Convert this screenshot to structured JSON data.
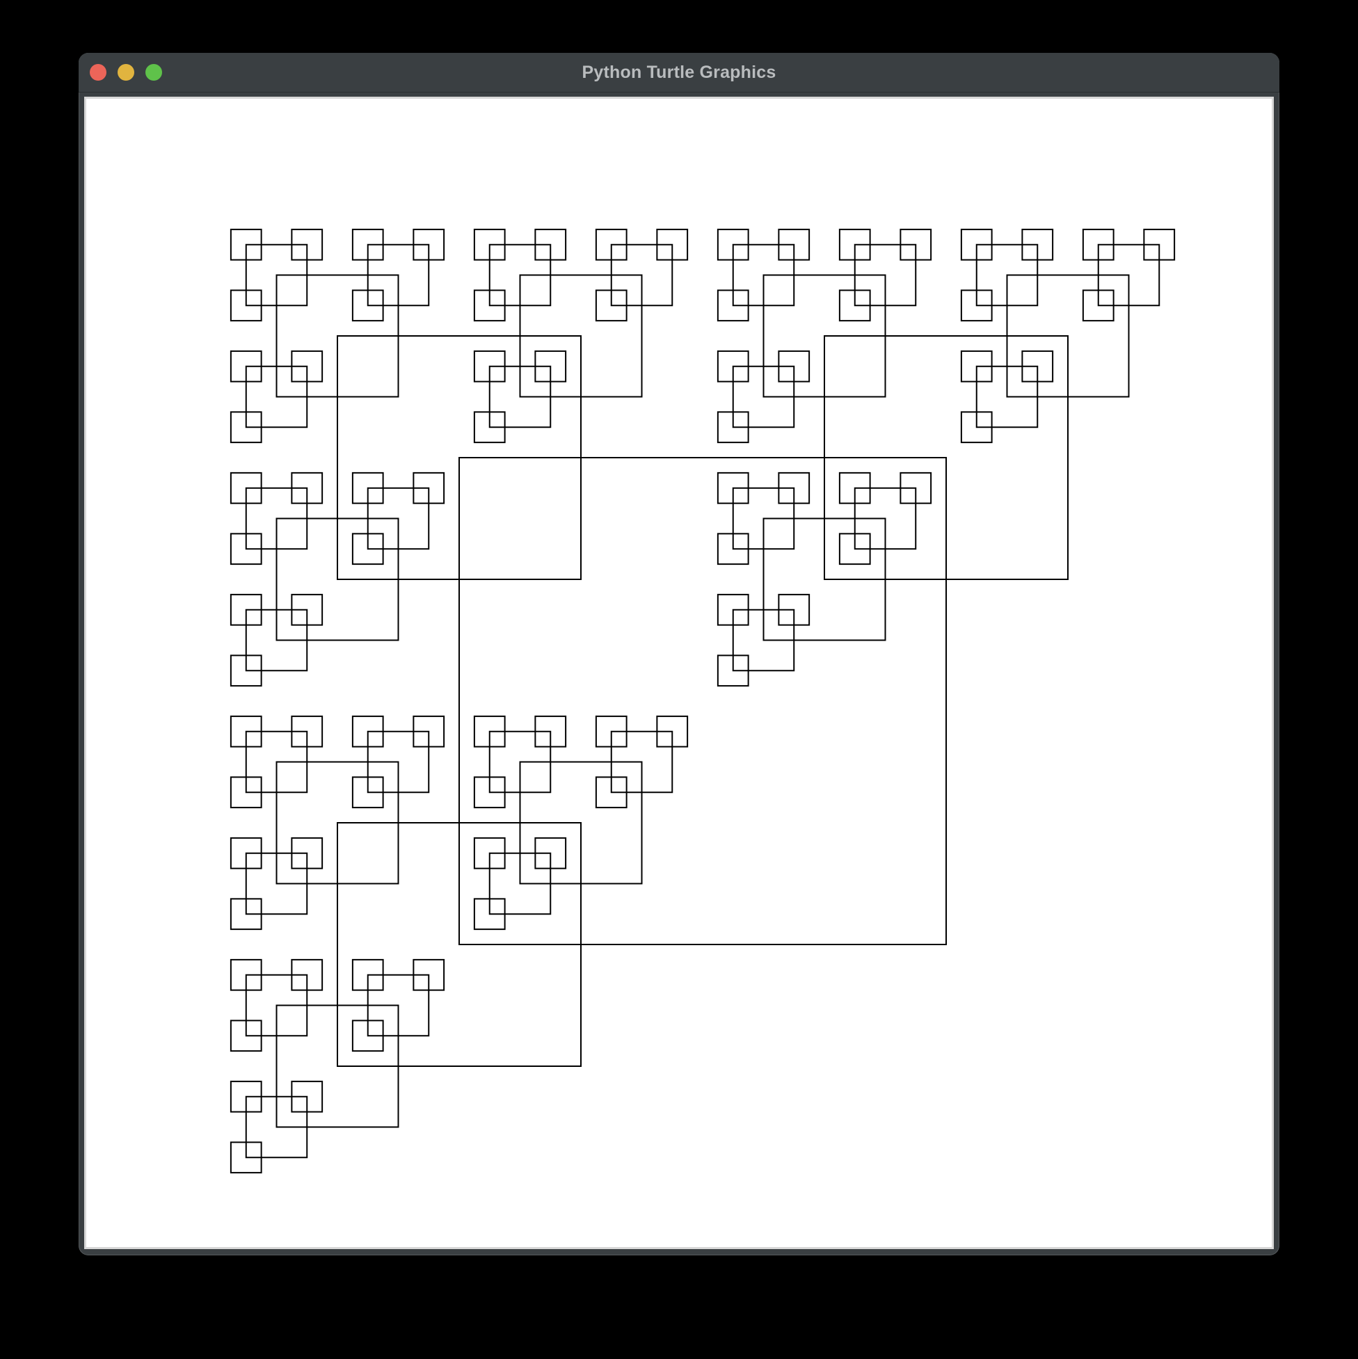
{
  "window": {
    "title": "Python Turtle Graphics"
  },
  "traffic_lights": {
    "close_color": "#ec6559",
    "minimize_color": "#e1b43f",
    "maximize_color": "#5fc24a"
  },
  "canvas": {
    "background": "#ffffff",
    "stroke": "#000000",
    "drawing": "recursive square fractal",
    "recursion_depth": 4
  }
}
